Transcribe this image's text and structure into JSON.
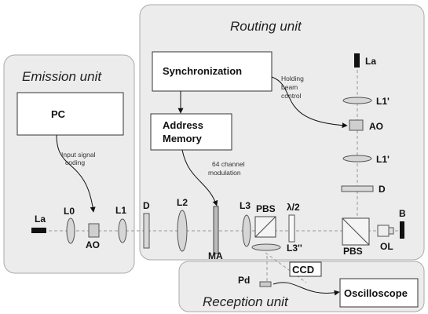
{
  "units": {
    "emission": "Emission unit",
    "routing": "Routing unit",
    "reception": "Reception unit"
  },
  "boxes": {
    "pc": "PC",
    "synchronization": "Synchronization",
    "address_memory": [
      "Address",
      "Memory"
    ],
    "ccd": "CCD",
    "oscilloscope": "Oscilloscope"
  },
  "notes": {
    "input_signal": [
      "Input signal",
      "coding"
    ],
    "channel_mod": [
      "64 channel",
      "modulation"
    ],
    "holding_beam": [
      "Holding",
      "beam",
      "control"
    ]
  },
  "components": {
    "la_left": "La",
    "l0": "L0",
    "ao_left": "AO",
    "l1": "L1",
    "d_main": "D",
    "l2": "L2",
    "ma": "MA",
    "l3": "L3",
    "pbs_mid": "PBS",
    "half_wave": "λ/2",
    "l3pp": "L3''",
    "pd": "Pd",
    "la_top": "La",
    "l1p_upper": "L1'",
    "ao_right": "AO",
    "l1p_lower": "L1'",
    "d_right": "D",
    "pbs_right": "PBS",
    "ol": "OL",
    "b": "B"
  }
}
